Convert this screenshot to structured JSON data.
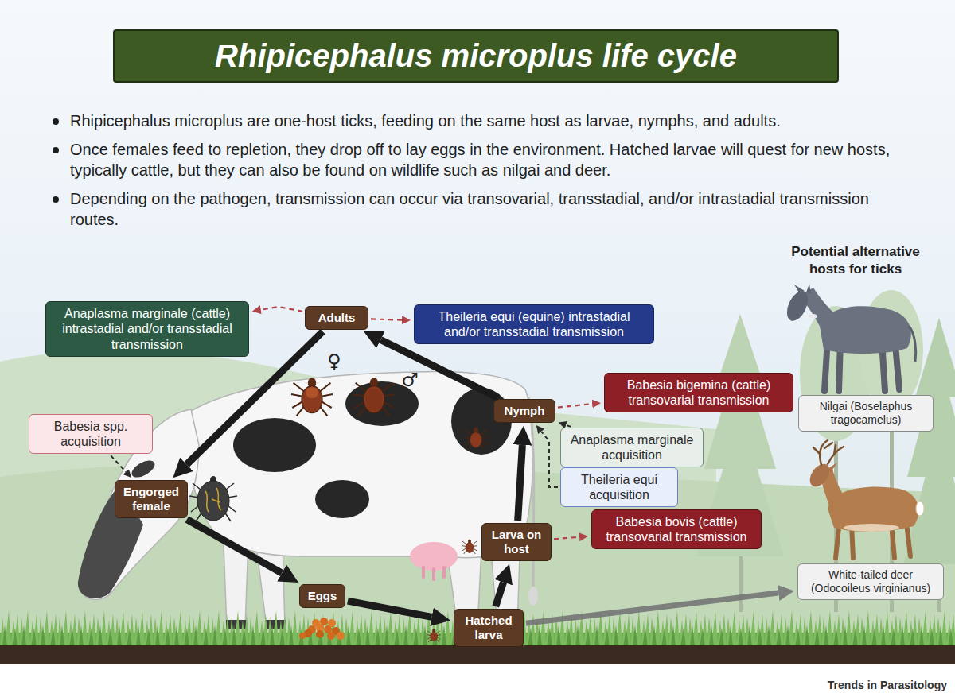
{
  "diagram": {
    "title": "Rhipicephalus microplus life cycle",
    "nodes": [
      {
        "text": [
          "Anaplasma marginale (cattle) intrastadial and/or transstadial transmission"
        ]
      },
      {
        "text": [
          "Adults"
        ]
      },
      {
        "text": [
          "Theileria equi (equine) intrastadial and/or transstadial transmission"
        ]
      },
      {
        "text": [
          "Babesia bigemina (cattle) transovarial transmission"
        ]
      },
      {
        "text": [
          "Nymph"
        ]
      },
      {
        "text": [
          "Nilgai (Boselaphus tragocamelus)"
        ]
      },
      {
        "text": [
          "Babesia spp. acquisition"
        ]
      },
      {
        "text": [
          "Anaplasma marginale acquisition"
        ]
      },
      {
        "text": [
          "Theileria equi acquisition"
        ]
      },
      {
        "text": [
          "Engorged female"
        ]
      },
      {
        "text": [
          "Babesia bovis (cattle) transovarial transmission"
        ]
      },
      {
        "text": [
          "Larva on host"
        ]
      },
      {
        "text": [
          "White-tailed deer (Odocoileus virginianus)"
        ]
      },
      {
        "text": [
          "Eggs"
        ]
      },
      {
        "text": [
          "Hatched larva"
        ]
      }
    ],
    "edges": [
      {
        "from": 1,
        "to": 9,
        "arrow": "to"
      },
      {
        "from": 9,
        "to": 13,
        "arrow": "to"
      },
      {
        "from": 13,
        "to": 14,
        "arrow": "to"
      },
      {
        "from": 14,
        "to": 11,
        "arrow": "to"
      },
      {
        "from": 11,
        "to": 4,
        "arrow": "to"
      },
      {
        "from": 4,
        "to": 1,
        "arrow": "to"
      },
      {
        "from": 14,
        "to": 12,
        "arrow": "to"
      },
      {
        "from": 1,
        "to": 0,
        "arrow": "to"
      },
      {
        "from": 1,
        "to": 2,
        "arrow": "to"
      },
      {
        "from": 4,
        "to": 3,
        "arrow": "to"
      },
      {
        "from": 11,
        "to": 10,
        "arrow": "to"
      },
      {
        "from": 6,
        "to": 9,
        "arrow": "to"
      },
      {
        "from": 7,
        "to": 4,
        "arrow": "to"
      },
      {
        "from": 8,
        "to": 4,
        "arrow": "to"
      }
    ],
    "labels": [
      "Rhipicephalus microplus are one-host ticks, feeding on the same host as larvae, nymphs, and adults.",
      "Once females feed to repletion, they drop off to lay eggs in the environment. Hatched larvae will quest for new hosts, typically cattle, but they can also be found on wildlife such as nilgai and deer.",
      "Depending on the pathogen, transmission can occur via transovarial, transstadial, and/or intrastadial transmission routes.",
      "Potential alternative hosts for ticks",
      "♀",
      "♂",
      "Trends in Parasitology"
    ]
  }
}
